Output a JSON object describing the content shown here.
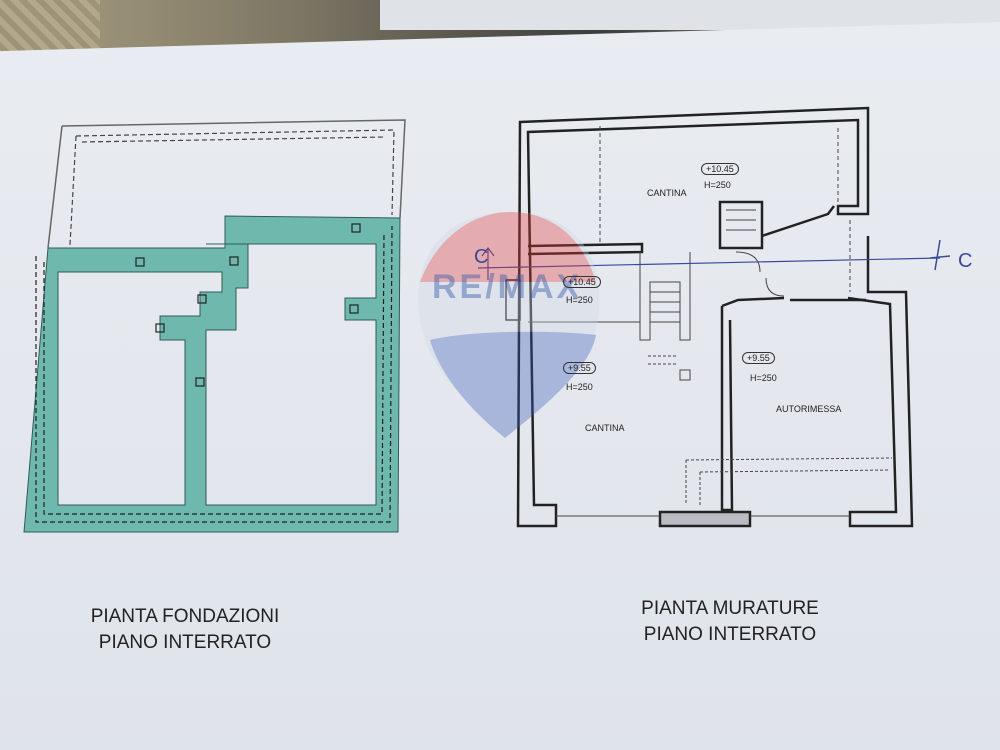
{
  "left_plan": {
    "caption_line1": "PIANTA FONDAZIONI",
    "caption_line2": "PIANO INTERRATO",
    "fill_color": "#6fb8ad"
  },
  "right_plan": {
    "caption_line1": "PIANTA MURATURE",
    "caption_line2": "PIANO INTERRATO",
    "rooms": [
      {
        "name": "CANTINA",
        "level": "+10.45",
        "height": "H=250"
      },
      {
        "name": "",
        "level": "+10.45",
        "height": "H=250"
      },
      {
        "name": "CANTINA",
        "level": "+9.55",
        "height": "H=250"
      },
      {
        "name": "AUTORIMESSA",
        "level": "+9.55",
        "height": "H=250"
      }
    ],
    "section_mark": "C"
  },
  "watermark": {
    "text": "RE/MAX",
    "color": "#3c5aaa"
  }
}
